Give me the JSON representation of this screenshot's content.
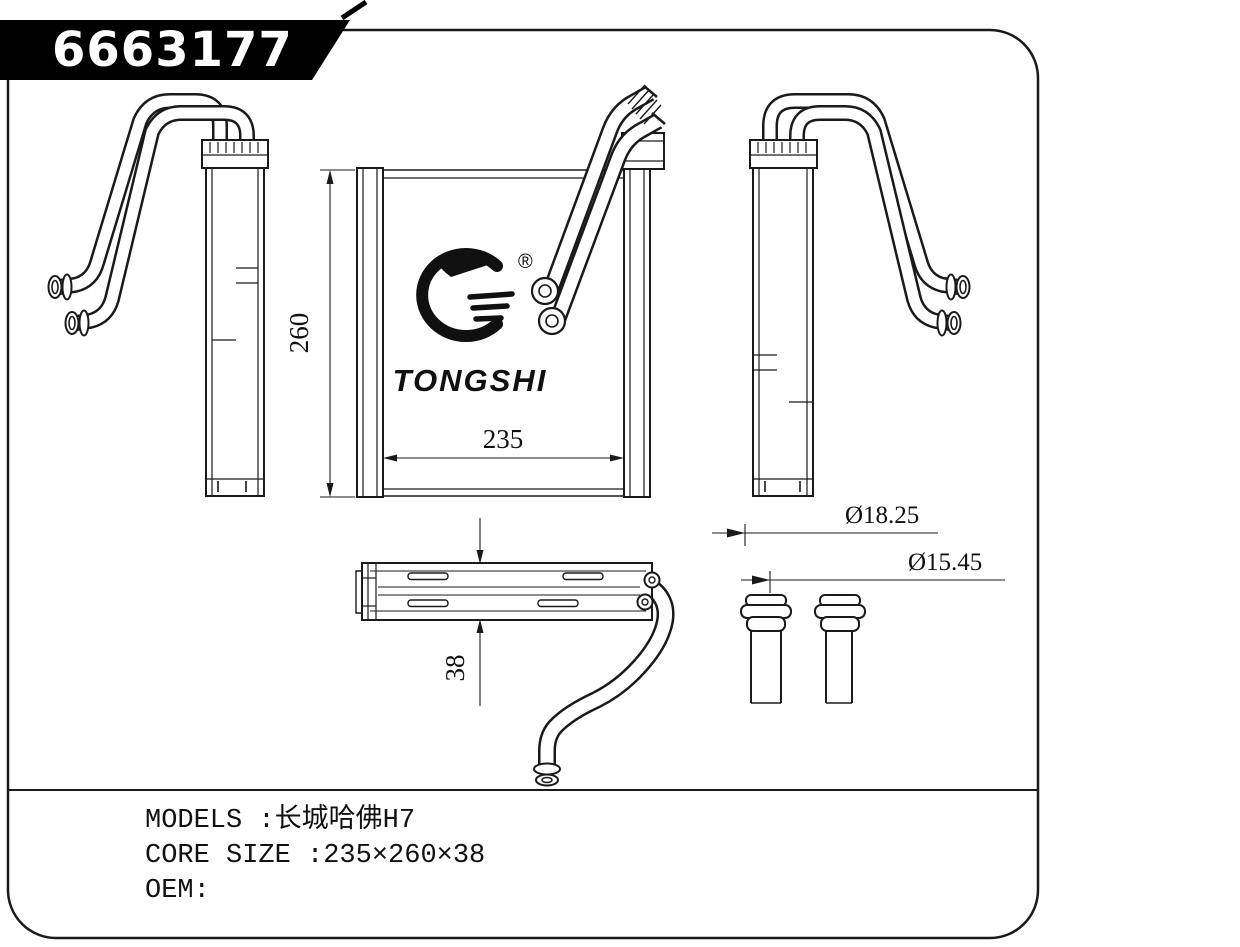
{
  "banner": {
    "part_number": "6663177"
  },
  "logo": {
    "brand": "TONGSHI",
    "registered": "®"
  },
  "dimensions": {
    "core_height": "260",
    "core_width": "235",
    "core_depth": "38",
    "pipe_outer": "Ø18.25",
    "pipe_inner": "Ø15.45"
  },
  "info": {
    "models_label": "MODELS :",
    "models_value": "长城哈佛H7",
    "core_size_label": "CORE SIZE :",
    "core_size_value": "235×260×38",
    "oem_label": "OEM:"
  },
  "colors": {
    "line": "#1a1a1a",
    "banner_background": "#000000",
    "banner_text": "#ffffff",
    "sheet_background": "#ffffff"
  }
}
